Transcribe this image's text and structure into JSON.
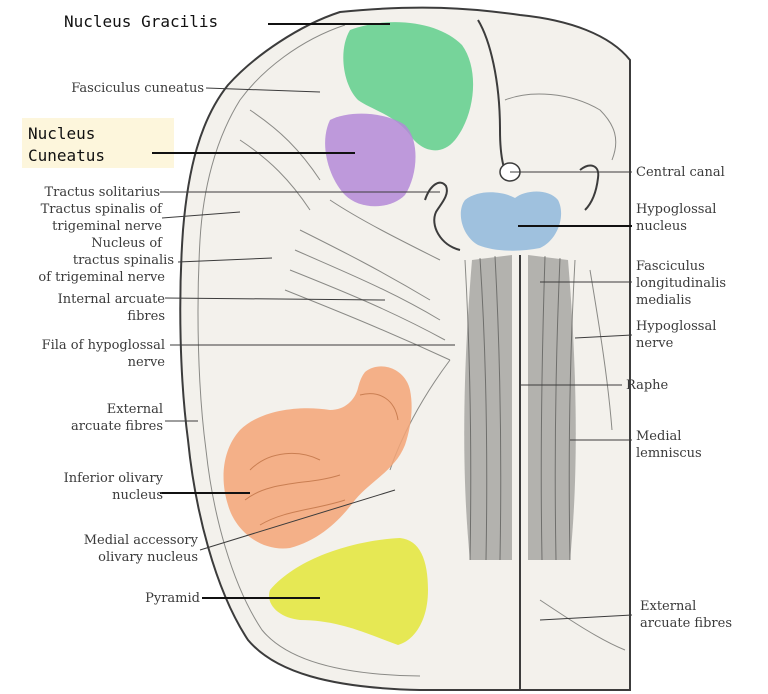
{
  "colors": {
    "background": "#ffffff",
    "tissue": "#f3f1ec",
    "outline": "#3c3c3c",
    "fibre": "#8a8a86",
    "gracilis": "#5fcf8c",
    "cuneatus": "#b48ad8",
    "hypoglossal": "#8fb8dc",
    "olivary": "#f3a477",
    "pyramid": "#e3e63a",
    "label_highlight": "#fdf6dc",
    "leader": "#111111"
  },
  "labels": {
    "nucleus_gracilis": "Nucleus Gracilis",
    "fasciculus_cuneatus": "Fasciculus cuneatus",
    "nucleus_cuneatus_1": "Nucleus",
    "nucleus_cuneatus_2": "Cuneatus",
    "tractus_solitarius": "Tractus solitarius",
    "tractus_spinalis_1": "Tractus spinalis of",
    "tractus_spinalis_2": "trigeminal nerve",
    "nucleus_tractus_1": "Nucleus of",
    "nucleus_tractus_2": "tractus spinalis",
    "nucleus_tractus_3": "of trigeminal nerve",
    "internal_arcuate_1": "Internal arcuate",
    "internal_arcuate_2": "fibres",
    "fila_hypoglossal_1": "Fila of hypoglossal",
    "fila_hypoglossal_2": "nerve",
    "external_arcuate_left_1": "External",
    "external_arcuate_left_2": "arcuate fibres",
    "inferior_olivary_1": "Inferior olivary",
    "inferior_olivary_2": "nucleus",
    "medial_accessory_1": "Medial accessory",
    "medial_accessory_2": "olivary nucleus",
    "pyramid": "Pyramid",
    "central_canal": "Central canal",
    "hypoglossal_nucleus_1": "Hypoglossal",
    "hypoglossal_nucleus_2": "nucleus",
    "fasciculus_longitudinalis_1": "Fasciculus",
    "fasciculus_longitudinalis_2": "longitudinalis",
    "fasciculus_longitudinalis_3": "medialis",
    "hypoglossal_nerve_1": "Hypoglossal",
    "hypoglossal_nerve_2": "nerve",
    "raphe": "Raphe",
    "medial_lemniscus_1": "Medial",
    "medial_lemniscus_2": "lemniscus",
    "external_arcuate_right_1": "External",
    "external_arcuate_right_2": "arcuate fibres"
  }
}
